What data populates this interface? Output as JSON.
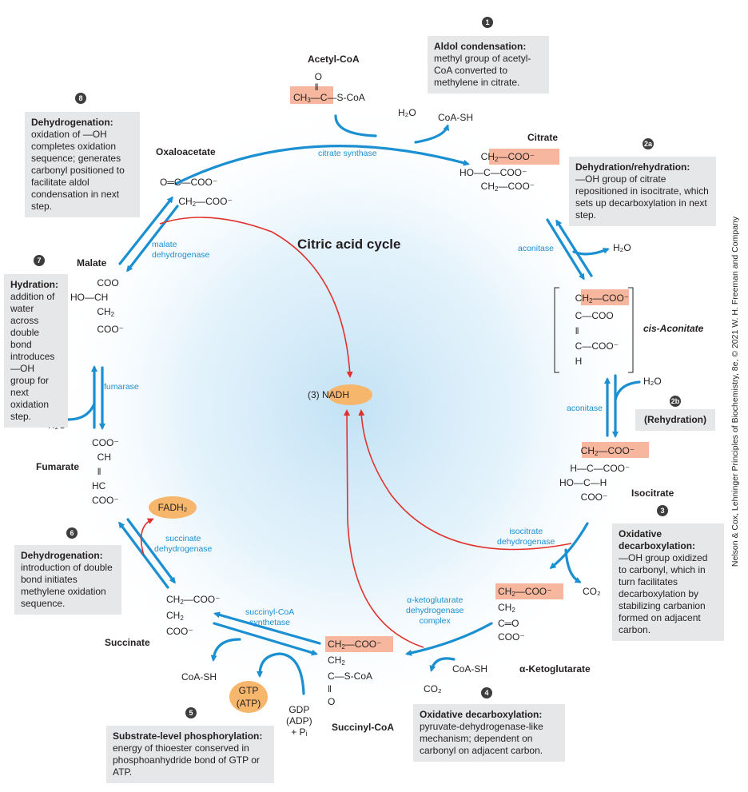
{
  "title": "Citric acid cycle",
  "credit": "Nelson & Cox, Lehninger Principles of Biochemistry, 8e, © 2021 W. H. Freeman and Company",
  "colors": {
    "arrow": "#1a8fd1",
    "red": "#e0322d",
    "highlight": "#f6b79e",
    "cofactor": "#f6b66b",
    "box": "#e6e7e8"
  },
  "steps": [
    {
      "num": "1",
      "title": "Aldol condensation:",
      "text": "methyl group of acetyl-CoA converted to methylene in citrate."
    },
    {
      "num": "2a",
      "title": "Dehydration/rehydration:",
      "text": "—OH group of citrate repositioned in isocitrate, which sets up decarboxylation in next step."
    },
    {
      "num": "2b",
      "title": "(Rehydration)",
      "text": ""
    },
    {
      "num": "3",
      "title": "Oxidative decarboxylation:",
      "text": "—OH group oxidized to carbonyl, which in turn facilitates decarboxylation by stabilizing carbanion formed on adjacent carbon."
    },
    {
      "num": "4",
      "title": "Oxidative decarboxylation:",
      "text": "pyruvate-dehydrogenase-like mechanism; dependent on carbonyl on adjacent carbon."
    },
    {
      "num": "5",
      "title": "Substrate-level phosphorylation:",
      "text": "energy of thioester conserved in phosphoanhydride bond of GTP or ATP."
    },
    {
      "num": "6",
      "title": "Dehydrogenation:",
      "text": "introduction of double bond initiates methylene oxidation sequence."
    },
    {
      "num": "7",
      "title": "Hydration:",
      "text": "addition of water across double bond introduces —OH group for next oxidation step."
    },
    {
      "num": "8",
      "title": "Dehydrogenation:",
      "text": "oxidation of —OH completes oxidation sequence; generates carbonyl positioned to facilitate aldol condensation in next step."
    }
  ],
  "compounds": {
    "acetyl_coa": "Acetyl-CoA",
    "citrate": "Citrate",
    "cis_aconitate": "cis-Aconitate",
    "isocitrate": "Isocitrate",
    "akg": "α-Ketoglutarate",
    "succinyl_coa": "Succinyl-CoA",
    "succinate": "Succinate",
    "fumarate": "Fumarate",
    "malate": "Malate",
    "oxaloacetate": "Oxaloacetate"
  },
  "enzymes": {
    "citrate_synthase": "citrate synthase",
    "aconitase_1": "aconitase",
    "aconitase_2": "aconitase",
    "icdh": "isocitrate\ndehydrogenase",
    "akgdh": "α-ketoglutarate\ndehydrogenase\ncomplex",
    "scs": "succinyl-CoA\nsynthetase",
    "sdh": "succinate\ndehydrogenase",
    "fumarase": "fumarase",
    "mdh": "malate\ndehydrogenase"
  },
  "small": {
    "h2o": "H₂O",
    "coash": "CoA-SH",
    "co2": "CO₂",
    "nadh": "(3) NADH",
    "fadh2": "FADH₂",
    "gtp": "GTP\n(ATP)",
    "gdp": "GDP\n(ADP)\n+ Pᵢ"
  }
}
